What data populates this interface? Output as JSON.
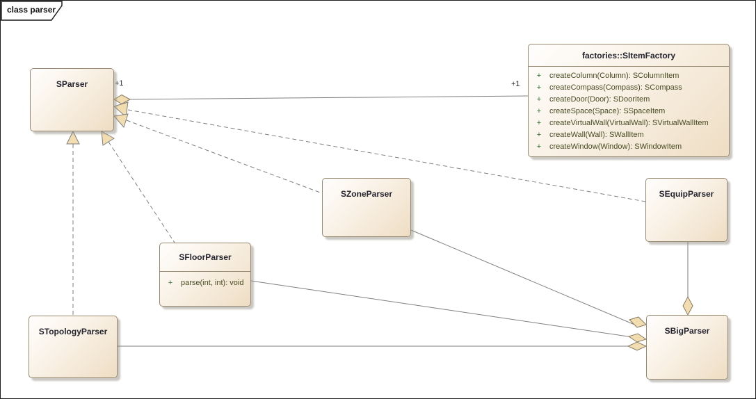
{
  "frame": {
    "label": "class parser"
  },
  "colors": {
    "background": "#ffffff",
    "box_fill_light": "#fffefd",
    "box_fill_dark": "#eeddc3",
    "box_border": "#97896f",
    "title_text": "#24242e",
    "operation_visibility": "#2e6e2e",
    "operation_text": "#474b22",
    "connector_line": "#7f7f7f",
    "marker_fill": "#f2ddb0"
  },
  "classes": {
    "sparser": {
      "name": "SParser"
    },
    "sitemfactory": {
      "name": "factories::SItemFactory",
      "operations": [
        {
          "vis": "+",
          "sig": "createColumn(Column): SColumnItem"
        },
        {
          "vis": "+",
          "sig": "createCompass(Compass): SCompass"
        },
        {
          "vis": "+",
          "sig": "createDoor(Door): SDoorItem"
        },
        {
          "vis": "+",
          "sig": "createSpace(Space): SSpaceItem"
        },
        {
          "vis": "+",
          "sig": "createVirtualWall(VirtualWall): SVirtualWallItem"
        },
        {
          "vis": "+",
          "sig": "createWall(Wall): SWallItem"
        },
        {
          "vis": "+",
          "sig": "createWindow(Window): SWindowItem"
        }
      ]
    },
    "szoneparser": {
      "name": "SZoneParser"
    },
    "sfloorparser": {
      "name": "SFloorParser",
      "operations": [
        {
          "vis": "+",
          "sig": "parse(int, int): void"
        }
      ]
    },
    "sequipparser": {
      "name": "SEquipParser"
    },
    "stopologyparser": {
      "name": "STopologyParser"
    },
    "sbigparser": {
      "name": "SBigParser"
    }
  },
  "edge_labels": {
    "sparser_mult": "+1",
    "factory_mult": "+1"
  },
  "relationships": [
    "SParser o-- factories::SItemFactory (+1 / +1)",
    "SZoneParser ..|> SParser",
    "SEquipParser ..|> SParser",
    "SFloorParser ..|> SParser",
    "STopologyParser ..|> SParser",
    "SBigParser o-- SZoneParser",
    "SBigParser o-- SFloorParser",
    "SBigParser o-- STopologyParser",
    "SBigParser o-- SEquipParser"
  ]
}
